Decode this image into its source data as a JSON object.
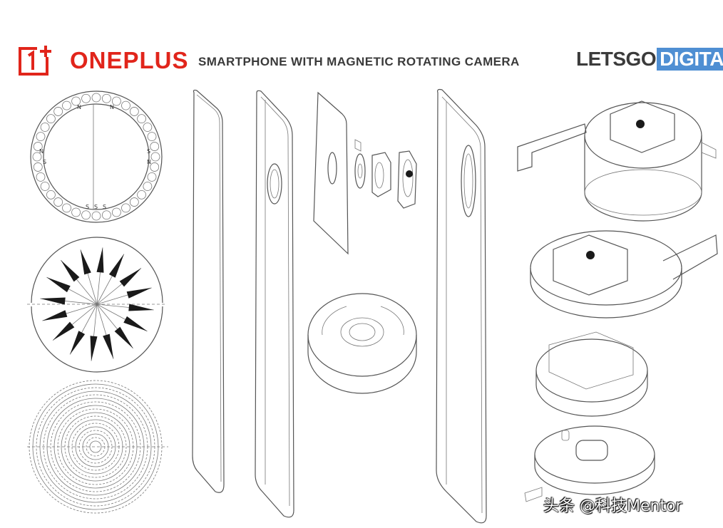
{
  "header": {
    "oneplus_logo_mark": "1+",
    "oneplus_wordmark": "ONEPLUS",
    "title": "SMARTPHONE WITH MAGNETIC ROTATING CAMERA",
    "letsgo": "LETSGO",
    "digital": "DIGITAL"
  },
  "colors": {
    "oneplus_red": "#e1251b",
    "digital_blue": "#4f8fd3",
    "drawing_line": "#555555"
  },
  "magnet_ring": {
    "labels_top": [
      "N",
      "N"
    ],
    "labels_bottom": [
      "S",
      "S",
      "S"
    ],
    "label_left": [
      "N",
      "S"
    ],
    "label_right": [
      "S",
      "N"
    ]
  },
  "watermark": "头条 @科技Mentor"
}
